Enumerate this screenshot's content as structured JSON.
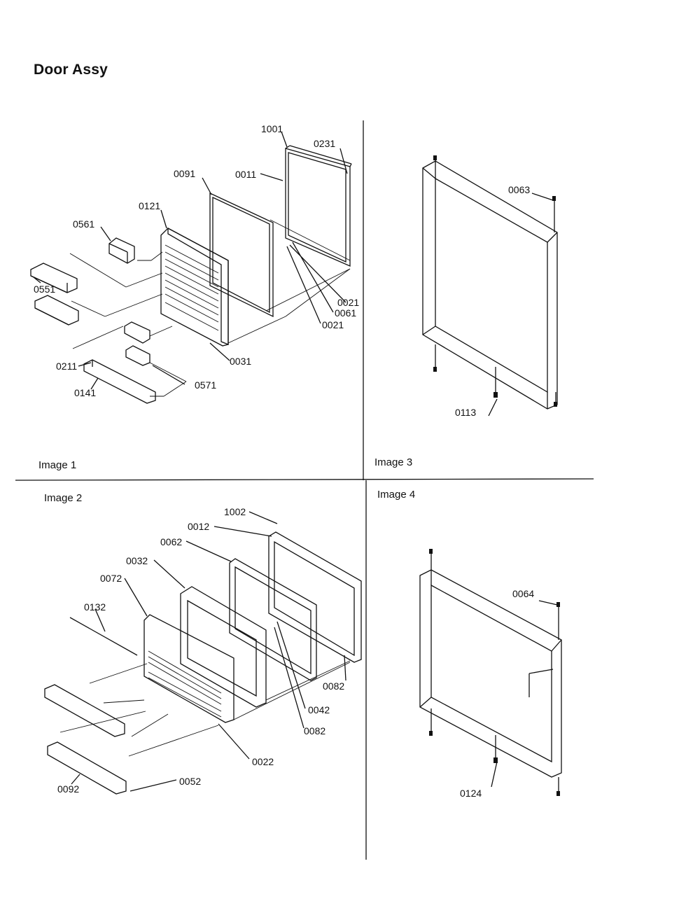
{
  "title": "Door Assy",
  "panels": [
    {
      "label": "Image 1"
    },
    {
      "label": "Image 2"
    },
    {
      "label": "Image 3"
    },
    {
      "label": "Image 4"
    }
  ],
  "image1_callouts": [
    "1001",
    "0231",
    "0091",
    "0011",
    "0121",
    "0561",
    "0551",
    "0021",
    "0061",
    "0021",
    "0031",
    "0211",
    "0571",
    "0141"
  ],
  "image2_callouts": [
    "1002",
    "0012",
    "0062",
    "0032",
    "0072",
    "0132",
    "0082",
    "0042",
    "0082",
    "0022",
    "0052",
    "0092"
  ],
  "image3_callouts": [
    "0063",
    "0113"
  ],
  "image4_callouts": [
    "0064",
    "0124"
  ]
}
